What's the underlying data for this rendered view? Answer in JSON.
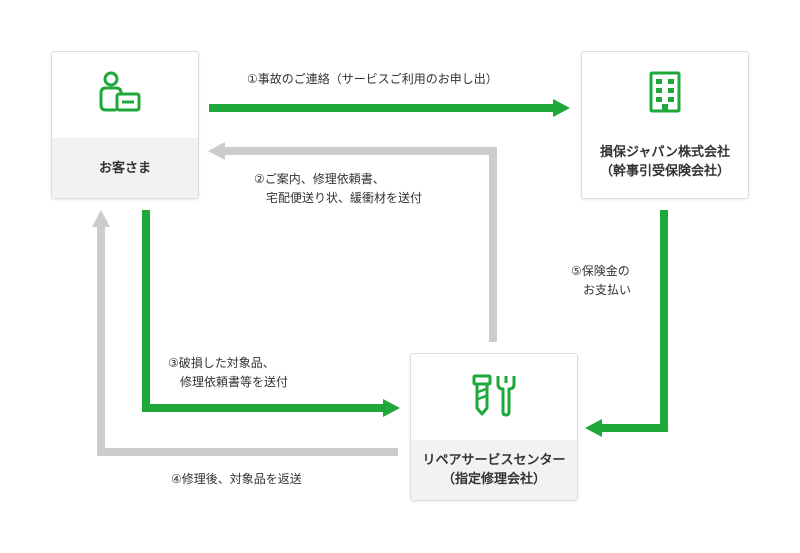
{
  "colors": {
    "green": "#1fa83a",
    "gray": "#cccccc",
    "box_border": "#dddddd",
    "label_bg": "#f2f2f2"
  },
  "nodes": {
    "customer": {
      "label": "お客さま",
      "icon": "person-card-icon"
    },
    "insurer": {
      "label": "損保ジャパン株式会社\n（幹事引受保険会社）",
      "icon": "building-icon"
    },
    "repair_center": {
      "label": "リペアサービスセンター\n（指定修理会社）",
      "icon": "bolt-wrench-icon"
    }
  },
  "steps": {
    "step1": "①事故のご連絡（サービスご利用のお申し出）",
    "step2": "②ご案内、修理依頼書、\n　宅配便送り状、緩衝材を送付",
    "step3": "③破損した対象品、\n　修理依頼書等を送付",
    "step4": "④修理後、対象品を返送",
    "step5": "⑤保険金の\n　お支払い"
  }
}
